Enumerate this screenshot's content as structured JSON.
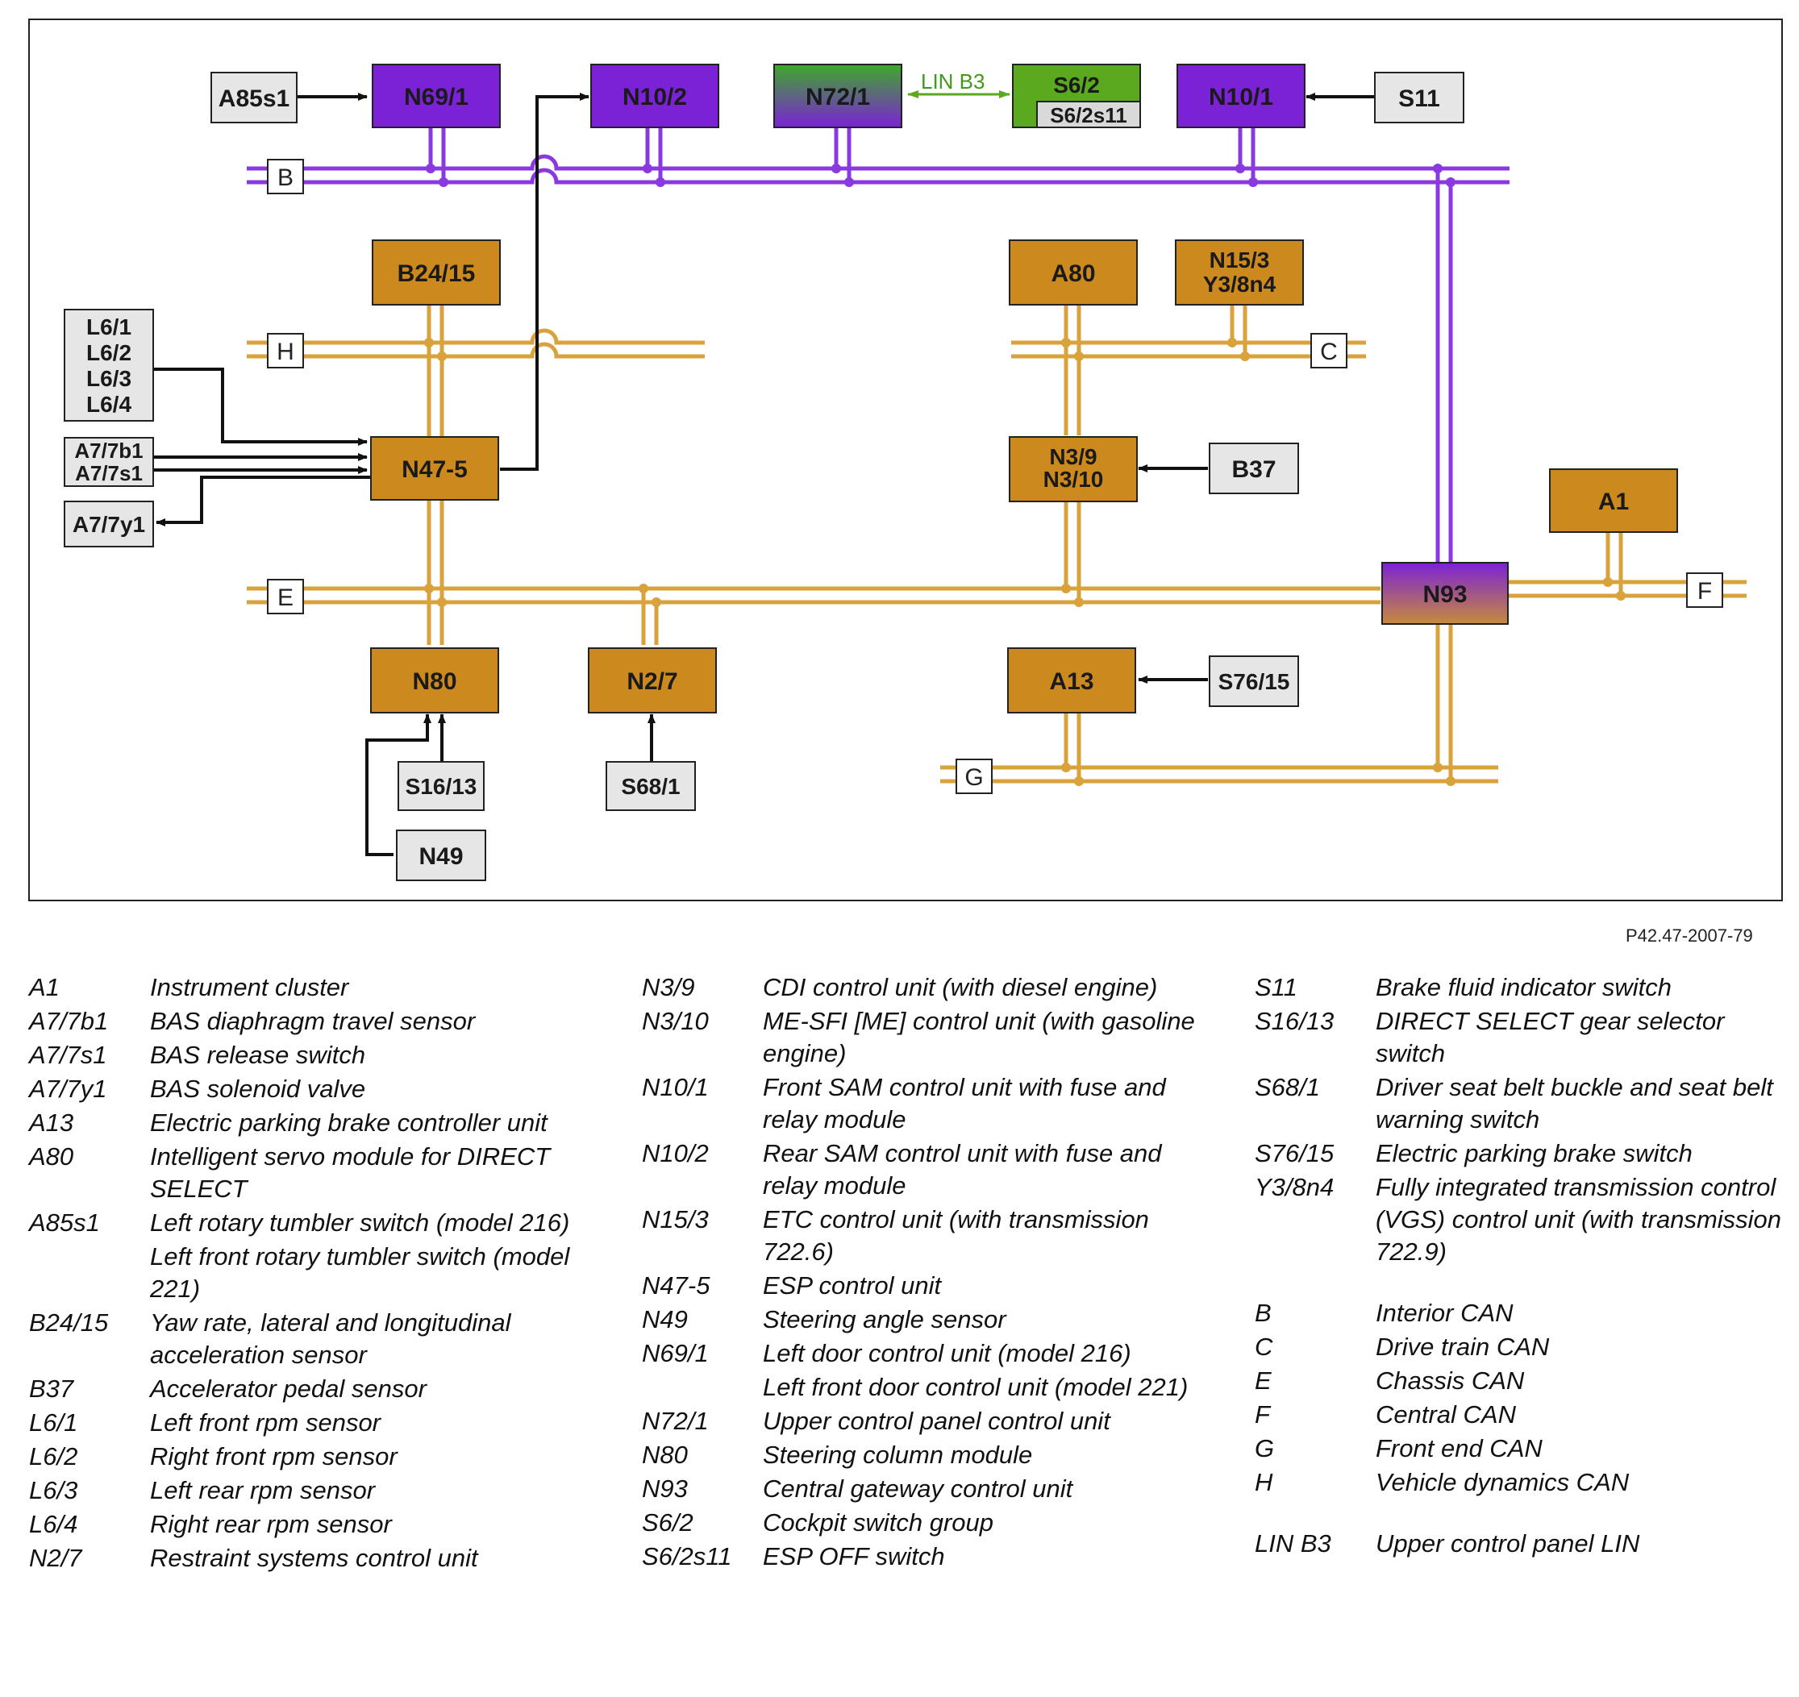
{
  "figure_id": "P42.47-2007-79",
  "buses": [
    {
      "id": "bus-b",
      "label": "B"
    },
    {
      "id": "bus-h",
      "label": "H"
    },
    {
      "id": "bus-c",
      "label": "C"
    },
    {
      "id": "bus-e",
      "label": "E"
    },
    {
      "id": "bus-f",
      "label": "F"
    },
    {
      "id": "bus-g",
      "label": "G"
    }
  ],
  "lin_label": "LIN B3",
  "nodes": [
    {
      "id": "a85s1",
      "lines": [
        "A85s1"
      ],
      "type": "switch"
    },
    {
      "id": "n69-1",
      "lines": [
        "N69/1"
      ],
      "type": "interior"
    },
    {
      "id": "n10-2",
      "lines": [
        "N10/2"
      ],
      "type": "interior"
    },
    {
      "id": "n72-1",
      "lines": [
        "N72/1"
      ],
      "type": "interior-lin"
    },
    {
      "id": "s6-2",
      "lines": [
        "S6/2"
      ],
      "type": "lin"
    },
    {
      "id": "s6-2s11",
      "lines": [
        "S6/2s11"
      ],
      "type": "lin-sub"
    },
    {
      "id": "n10-1",
      "lines": [
        "N10/1"
      ],
      "type": "interior"
    },
    {
      "id": "s11",
      "lines": [
        "S11"
      ],
      "type": "switch"
    },
    {
      "id": "b24-15",
      "lines": [
        "B24/15"
      ],
      "type": "chassis"
    },
    {
      "id": "a80",
      "lines": [
        "A80"
      ],
      "type": "chassis"
    },
    {
      "id": "n15-3",
      "lines": [
        "N15/3",
        "Y3/8n4"
      ],
      "type": "chassis"
    },
    {
      "id": "l6",
      "lines": [
        "L6/1",
        "L6/2",
        "L6/3",
        "L6/4"
      ],
      "type": "switch"
    },
    {
      "id": "a7-7b1",
      "lines": [
        "A7/7b1",
        "A7/7s1"
      ],
      "type": "switch"
    },
    {
      "id": "a7-7y1",
      "lines": [
        "A7/7y1"
      ],
      "type": "switch"
    },
    {
      "id": "n47-5",
      "lines": [
        "N47-5"
      ],
      "type": "chassis"
    },
    {
      "id": "n3-9",
      "lines": [
        "N3/9",
        "N3/10"
      ],
      "type": "chassis"
    },
    {
      "id": "b37",
      "lines": [
        "B37"
      ],
      "type": "switch"
    },
    {
      "id": "a1",
      "lines": [
        "A1"
      ],
      "type": "chassis"
    },
    {
      "id": "n93",
      "lines": [
        "N93"
      ],
      "type": "gateway"
    },
    {
      "id": "n80",
      "lines": [
        "N80"
      ],
      "type": "chassis"
    },
    {
      "id": "n2-7",
      "lines": [
        "N2/7"
      ],
      "type": "chassis"
    },
    {
      "id": "a13",
      "lines": [
        "A13"
      ],
      "type": "chassis"
    },
    {
      "id": "s76-15",
      "lines": [
        "S76/15"
      ],
      "type": "switch"
    },
    {
      "id": "s16-13",
      "lines": [
        "S16/13"
      ],
      "type": "switch"
    },
    {
      "id": "s68-1",
      "lines": [
        "S68/1"
      ],
      "type": "switch"
    },
    {
      "id": "n49",
      "lines": [
        "N49"
      ],
      "type": "switch"
    }
  ],
  "colors": {
    "interior": "#7b22d6",
    "chassis": "#cc8a1e",
    "lin": "#5aa91e",
    "switch": "#e6e6e6",
    "bus_purple": "#8a38e0",
    "bus_orange": "#d9a23a",
    "lin_arrow": "#5aa91e"
  },
  "legend": {
    "col1": [
      {
        "code": "A1",
        "desc": "Instrument cluster"
      },
      {
        "code": "A7/7b1",
        "desc": "BAS diaphragm travel sensor"
      },
      {
        "code": "A7/7s1",
        "desc": "BAS release switch"
      },
      {
        "code": "A7/7y1",
        "desc": "BAS solenoid valve"
      },
      {
        "code": "A13",
        "desc": "Electric parking brake controller unit"
      },
      {
        "code": "A80",
        "desc": "Intelligent servo module for DIRECT SELECT"
      },
      {
        "code": "A85s1",
        "desc": "Left rotary tumbler switch (model 216)"
      },
      {
        "code": "",
        "desc": "Left front rotary tumbler switch (model 221)"
      },
      {
        "code": "B24/15",
        "desc": "Yaw rate, lateral and longitudinal acceleration sensor"
      },
      {
        "code": "B37",
        "desc": "Accelerator pedal sensor"
      },
      {
        "code": "L6/1",
        "desc": "Left front rpm sensor"
      },
      {
        "code": "L6/2",
        "desc": "Right front rpm sensor"
      },
      {
        "code": "L6/3",
        "desc": "Left rear rpm sensor"
      },
      {
        "code": "L6/4",
        "desc": "Right rear rpm sensor"
      },
      {
        "code": "N2/7",
        "desc": "Restraint systems control unit"
      }
    ],
    "col2": [
      {
        "code": "N3/9",
        "desc": "CDI control unit (with diesel engine)"
      },
      {
        "code": "N3/10",
        "desc": "ME-SFI [ME] control unit (with gasoline engine)"
      },
      {
        "code": "N10/1",
        "desc": "Front SAM control unit with fuse and relay module"
      },
      {
        "code": "N10/2",
        "desc": "Rear SAM control unit with fuse and relay module"
      },
      {
        "code": "N15/3",
        "desc": "ETC control unit (with transmission 722.6)"
      },
      {
        "code": "N47-5",
        "desc": "ESP control unit"
      },
      {
        "code": "N49",
        "desc": "Steering angle sensor"
      },
      {
        "code": "N69/1",
        "desc": "Left door control unit (model 216)"
      },
      {
        "code": "",
        "desc": "Left front door control unit (model 221)"
      },
      {
        "code": "N72/1",
        "desc": "Upper control panel control unit"
      },
      {
        "code": "N80",
        "desc": "Steering column module"
      },
      {
        "code": "N93",
        "desc": "Central gateway control unit"
      },
      {
        "code": "S6/2",
        "desc": "Cockpit switch group"
      },
      {
        "code": "S6/2s11",
        "desc": "ESP OFF switch"
      }
    ],
    "col3": [
      {
        "code": "S11",
        "desc": "Brake fluid indicator switch"
      },
      {
        "code": "S16/13",
        "desc": "DIRECT SELECT gear selector switch"
      },
      {
        "code": "S68/1",
        "desc": "Driver seat belt buckle and seat belt warning switch"
      },
      {
        "code": "S76/15",
        "desc": "Electric parking brake switch"
      },
      {
        "code": "Y3/8n4",
        "desc": "Fully integrated transmission control (VGS) control unit (with transmission 722.9)"
      }
    ],
    "col3_bus": [
      {
        "code": "B",
        "desc": "Interior CAN"
      },
      {
        "code": "C",
        "desc": "Drive train CAN"
      },
      {
        "code": "E",
        "desc": "Chassis CAN"
      },
      {
        "code": "F",
        "desc": "Central CAN"
      },
      {
        "code": "G",
        "desc": "Front end CAN"
      },
      {
        "code": "H",
        "desc": "Vehicle dynamics CAN"
      }
    ],
    "col3_lin": [
      {
        "code": "LIN B3",
        "desc": "Upper control panel LIN"
      }
    ]
  }
}
